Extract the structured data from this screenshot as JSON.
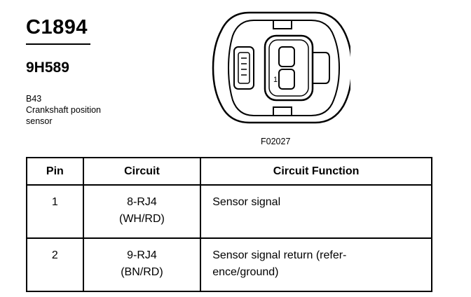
{
  "header": {
    "connector_id": "C1894",
    "part_number": "9H589",
    "component_code": "B43",
    "description_line1": "Crankshaft position",
    "description_line2": "sensor"
  },
  "figure": {
    "code": "F02027",
    "pin_marker": "1",
    "icon": "two-pin-connector-face-icon"
  },
  "table": {
    "headers": [
      "Pin",
      "Circuit",
      "Circuit Function"
    ],
    "rows": [
      {
        "pin": "1",
        "circuit_line1": "8-RJ4",
        "circuit_line2": "(WH/RD)",
        "function_line1": "Sensor signal",
        "function_line2": ""
      },
      {
        "pin": "2",
        "circuit_line1": "9-RJ4",
        "circuit_line2": "(BN/RD)",
        "function_line1": "Sensor signal return (refer-",
        "function_line2": "ence/ground)"
      }
    ]
  }
}
